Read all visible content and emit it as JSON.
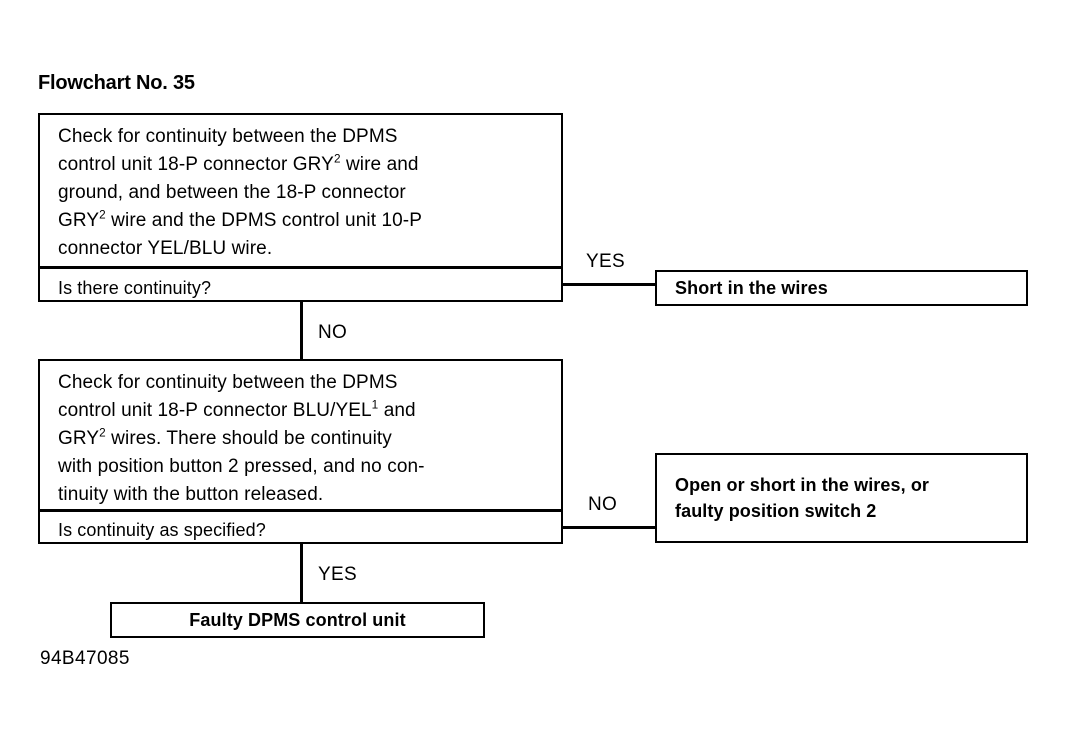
{
  "title": "Flowchart No. 35",
  "figure_id": "94B47085",
  "decisions": [
    {
      "id": "check-continuity-gry-ground",
      "instruction_lines": [
        "Check for continuity between the DPMS",
        "control unit 18-P connector GRY² wire and",
        "ground, and between the 18-P connector",
        "GRY² wire and the DPMS control unit 10-P",
        "connector YEL/BLU wire."
      ],
      "question": "Is there continuity?"
    },
    {
      "id": "check-continuity-bluyel-gry",
      "instruction_lines": [
        "Check for continuity between the DPMS",
        "control unit 18-P connector BLU/YEL¹ and",
        "GRY² wires. There should be continuity",
        "with position button 2 pressed, and no con-",
        "tinuity with the button released."
      ],
      "question": "Is continuity as specified?"
    }
  ],
  "results": [
    {
      "id": "short-in-the-wires",
      "lines": [
        "Short in the wires"
      ]
    },
    {
      "id": "open-or-short-or-faulty-switch",
      "lines": [
        "Open or short in the wires, or",
        "faulty position switch 2"
      ]
    },
    {
      "id": "faulty-dpms-control-unit",
      "lines": [
        "Faulty DPMS control unit"
      ]
    }
  ],
  "branches": [
    {
      "id": "branch-yes-1",
      "label": "YES"
    },
    {
      "id": "branch-no-1",
      "label": "NO"
    },
    {
      "id": "branch-no-2",
      "label": "NO"
    },
    {
      "id": "branch-yes-2",
      "label": "YES"
    }
  ],
  "colors": {
    "ink": "#000000",
    "paper": "#ffffff"
  }
}
